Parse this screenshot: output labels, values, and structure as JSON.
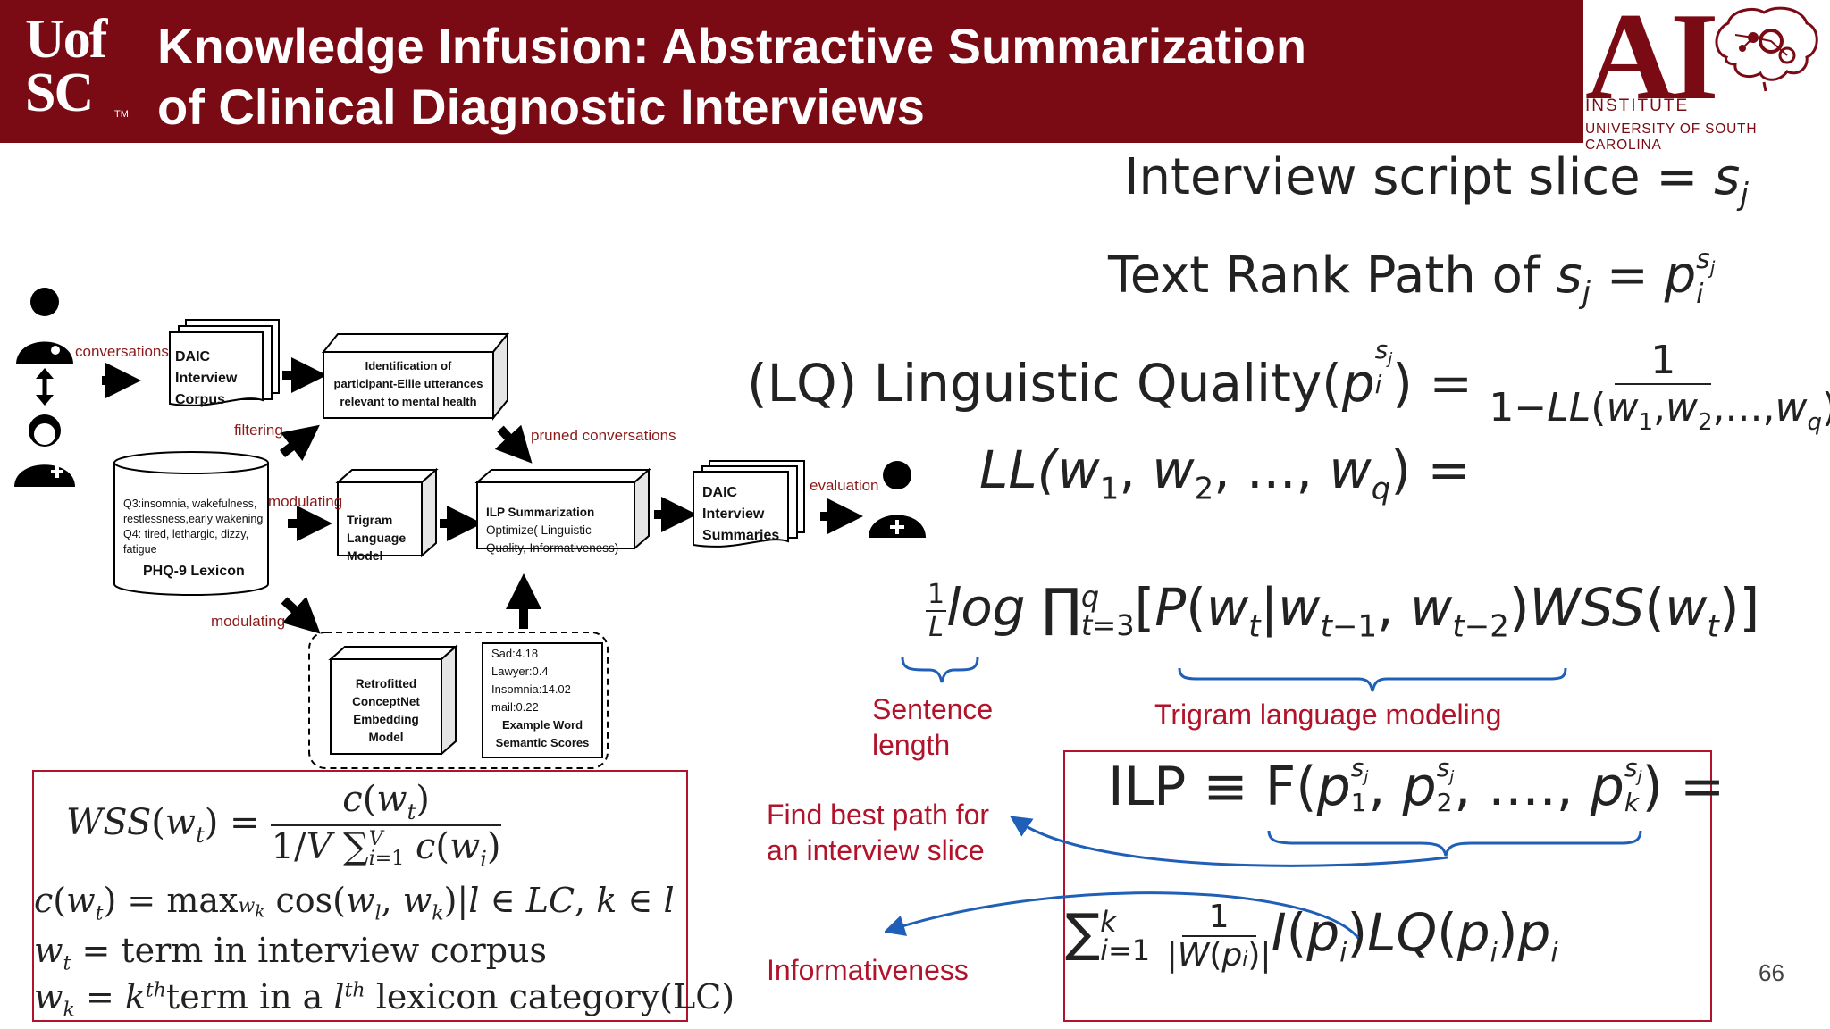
{
  "header": {
    "logo_left_line1": "Uof",
    "logo_left_line2": "SC",
    "logo_left_tm": "TM",
    "title_line1": "Knowledge Infusion: Abstractive Summarization",
    "title_line2": "of Clinical Diagnostic Interviews",
    "logo_right_ai": "AI",
    "logo_right_institute": "INSTITUTE",
    "logo_right_university": "UNIVERSITY OF SOUTH CAROLINA"
  },
  "diagram": {
    "conversations": "conversations",
    "filtering": "filtering",
    "modulating1": "modulating",
    "modulating2": "modulating",
    "pruned": "pruned conversations",
    "evaluation": "evaluation",
    "corpus": [
      "DAIC",
      "Interview",
      "Corpus"
    ],
    "identification": [
      "Identification of",
      "participant-Ellie utterances",
      "relevant to mental health"
    ],
    "lexicon_text": [
      "Q3:insomnia, wakefulness,",
      "restlessness,early wakening",
      "Q4: tired, lethargic, dizzy,",
      "fatigue"
    ],
    "lexicon_title": "PHQ-9 Lexicon",
    "trigram": [
      "Trigram",
      "Language",
      "Model"
    ],
    "ilp": [
      "ILP Summarization",
      "Optimize( Linguistic",
      "Quality, Informativeness)"
    ],
    "summaries": [
      "DAIC",
      "Interview",
      "Summaries"
    ],
    "conceptnet": [
      "Retrofitted",
      "ConceptNet",
      "Embedding",
      "Model"
    ],
    "scores": [
      "Sad:4.18",
      "Lawyer:0.4",
      "Insomnia:14.02",
      "mail:0.22"
    ],
    "scores_title": [
      "Example Word",
      "Semantic Scores"
    ]
  },
  "equations": {
    "slice_text": "Interview script slice",
    "path_text": "Text Rank Path of",
    "lq_text": "(LQ) Linguistic Quality(",
    "ll_text": "LL(w",
    "wss_defs": {
      "wt_line": "= term in interview corpus",
      "wkl_line": "term in a",
      "lexicon": "lexicon category(LC)"
    }
  },
  "annotations": {
    "sentence_length": [
      "Sentence",
      "length"
    ],
    "trigram_lm": "Trigram language modeling",
    "find_best": [
      "Find best path for",
      "an interview slice"
    ],
    "informativeness": "Informativeness"
  },
  "page_number": "66",
  "colors": {
    "maroon": "#7a0a13",
    "annotation_red": "#b0132a",
    "brace_blue": "#1f5fb8"
  }
}
